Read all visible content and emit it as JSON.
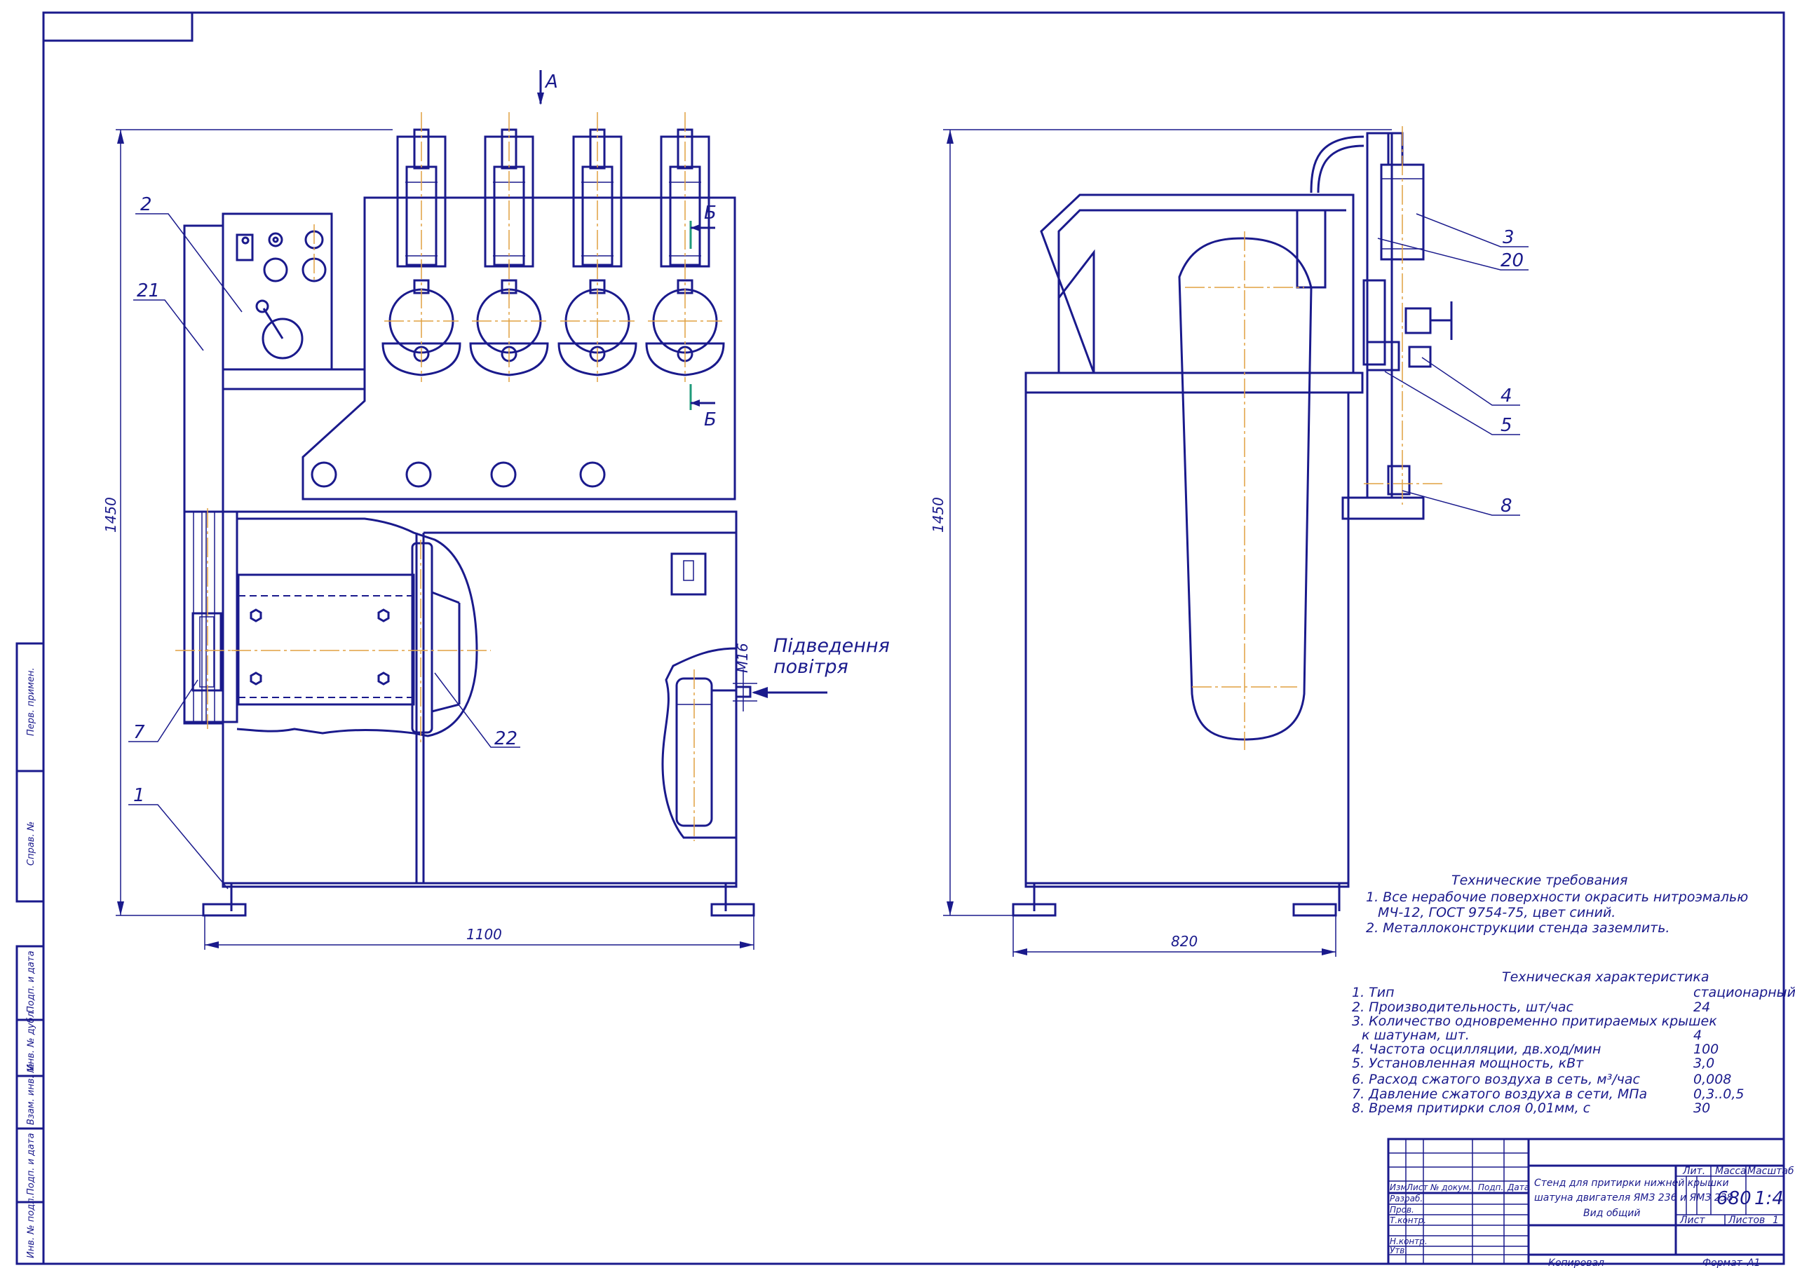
{
  "labels": {
    "view_a": "А",
    "section_b_top": "Б",
    "section_b_bottom": "Б",
    "dims": {
      "front_height": "1450",
      "front_width": "1100",
      "side_height": "1450",
      "side_width": "820",
      "fitting": "М16"
    },
    "positions": {
      "p1": "1",
      "p2": "2",
      "p3": "3",
      "p4": "4",
      "p5": "5",
      "p7": "7",
      "p8": "8",
      "p20": "20",
      "p21": "21",
      "p22": "22"
    },
    "air_line1": "Підведення",
    "air_line2": "повітря"
  },
  "requirements": {
    "title": "Технические требования",
    "line1": "1. Все нерабочие поверхности окрасить нитроэмалью",
    "line2": "МЧ-12, ГОСТ 9754-75, цвет синий.",
    "line3": "2. Металлоконструкции стенда заземлить."
  },
  "specs": {
    "title": "Техническая характеристика",
    "rows": [
      {
        "label": "1. Тип",
        "value": "стационарный"
      },
      {
        "label": "2. Производительность, шт/час",
        "value": "24"
      },
      {
        "label": "3. Количество одновременно притираемых крышек",
        "value": ""
      },
      {
        "label": "к шатунам, шт.",
        "value": "4"
      },
      {
        "label": "4. Частота осцилляции, дв.ход/мин",
        "value": "100"
      },
      {
        "label": "5. Установленная мощность, кВт",
        "value": "3,0"
      },
      {
        "label": "6. Расход сжатого воздуха в сеть, м³/час",
        "value": "0,008"
      },
      {
        "label": "7. Давление сжатого воздуха в сети, МПа",
        "value": "0,3..0,5"
      },
      {
        "label": "8. Время притирки слоя 0,01мм, с",
        "value": "30"
      }
    ]
  },
  "title_block": {
    "name_line1": "Стенд для притирки нижней крышки",
    "name_line2": "шатуна двигателя ЯМЗ 236 и ЯМЗ 238",
    "name_line3": "Вид общий",
    "col_lit": "Лит.",
    "col_mass": "Масса",
    "col_scale": "Масштаб",
    "mass": "680",
    "scale": "1:4",
    "sheet": "Лист",
    "sheets": "Листов",
    "sheets_count": "1",
    "hdr_izm": "Изм",
    "hdr_list": "Лист",
    "hdr_doc": "№ докум.",
    "hdr_sign": "Подп.",
    "hdr_date": "Дата",
    "role_dev": "Разраб.",
    "role_check": "Пров.",
    "role_tcontr": "Т.контр.",
    "role_ncontr": "Н.контр.",
    "role_appr": "Утв.",
    "copied": "Копировал",
    "format": "Формат",
    "format_val": "A1"
  },
  "side_stamps": {
    "s1": "Перв. примен.",
    "s2": "Справ. №",
    "s3": "Подп. и дата",
    "s4": "Инв. № дубл.",
    "s5": "Взам. инв. №",
    "s6": "Подп. и дата",
    "s7": "Инв. № подл."
  }
}
